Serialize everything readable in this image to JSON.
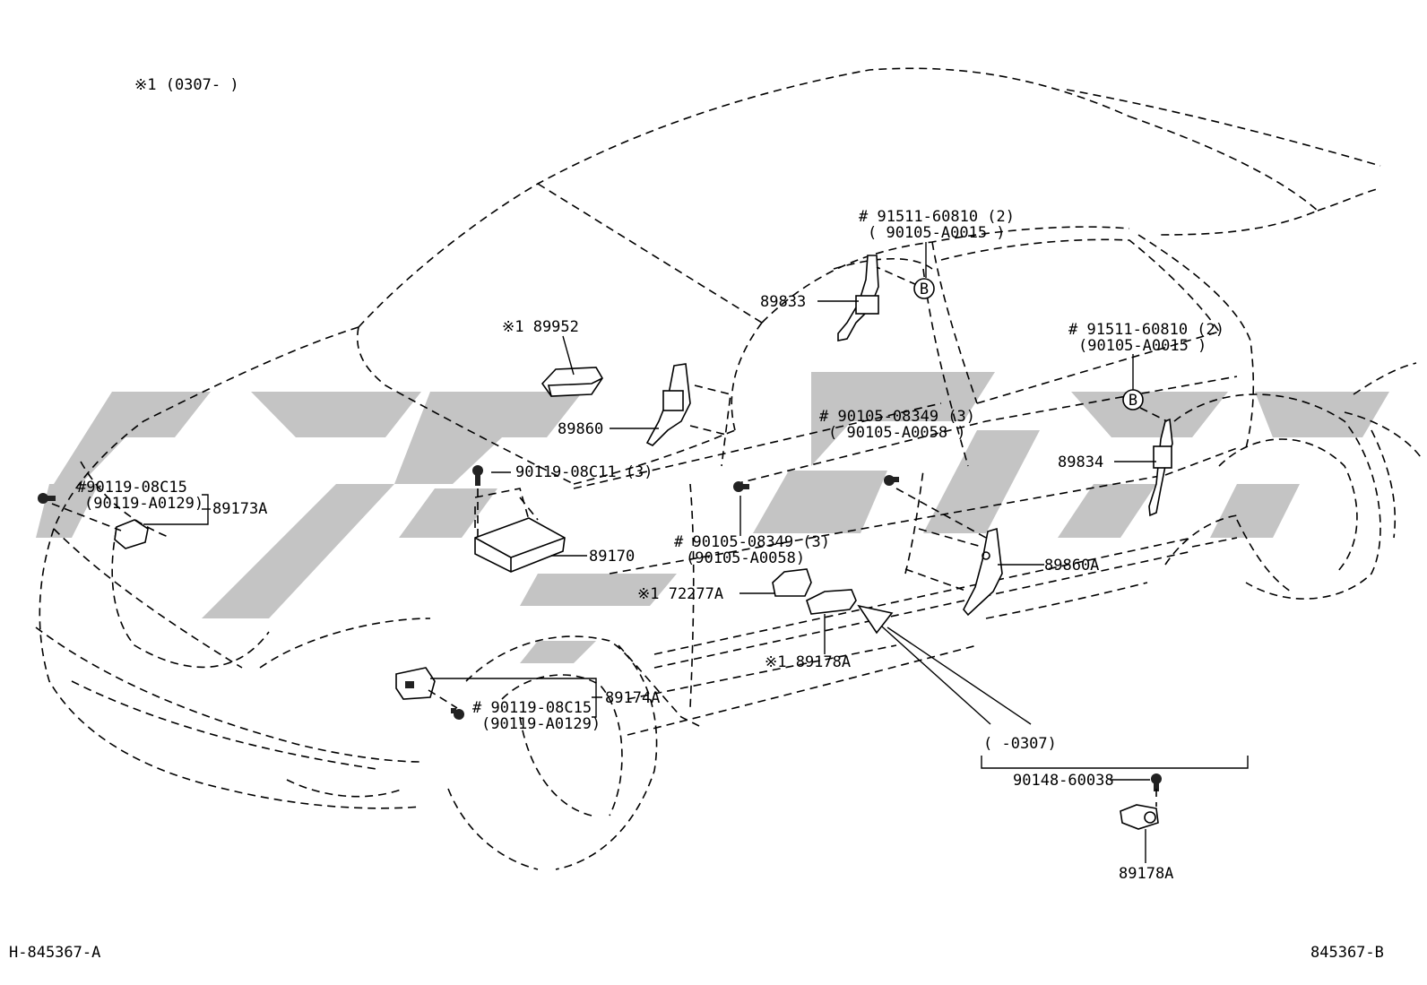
{
  "header_note": "※1 (0307-      )",
  "footer_left": "H-845367-A",
  "footer_right": "845367-B",
  "inset_range": "(      -0307)",
  "callout_letter": "B",
  "labels": {
    "p89952": "※1 89952",
    "p89833": "89833",
    "p91511_top": "# 91511-60810 (2)",
    "p90105_a0015_top": "( 90105-A0015 )",
    "p91511_right": "# 91511-60810 (2)",
    "p90105_a0015_right": "(90105-A0015 )",
    "p89860": "89860",
    "p90105_08349_upper": "# 90105-08349 (3)",
    "p90105_a0058_upper": "( 90105-A0058 )",
    "p89834": "89834",
    "p90119_08c11": "90119-08C11 (3)",
    "p90119_08c15_left": "#90119-08C15",
    "p90119_a0129_left": "(90119-A0129)",
    "p89173a": "89173A",
    "p89170": "89170",
    "p90105_08349_lower": "# 90105-08349 (3)",
    "p90105_a0058_lower": "(90105-A0058)",
    "p89860a": "89860A",
    "p72277a": "※1 72277A",
    "p89178a_main": "※1 89178A",
    "p89174a": "89174A",
    "p90119_08c15_lower": "# 90119-08C15",
    "p90119_a0129_lower": "(90119-A0129)",
    "p90148": "90148-60038",
    "p89178a_inset": "89178A"
  }
}
